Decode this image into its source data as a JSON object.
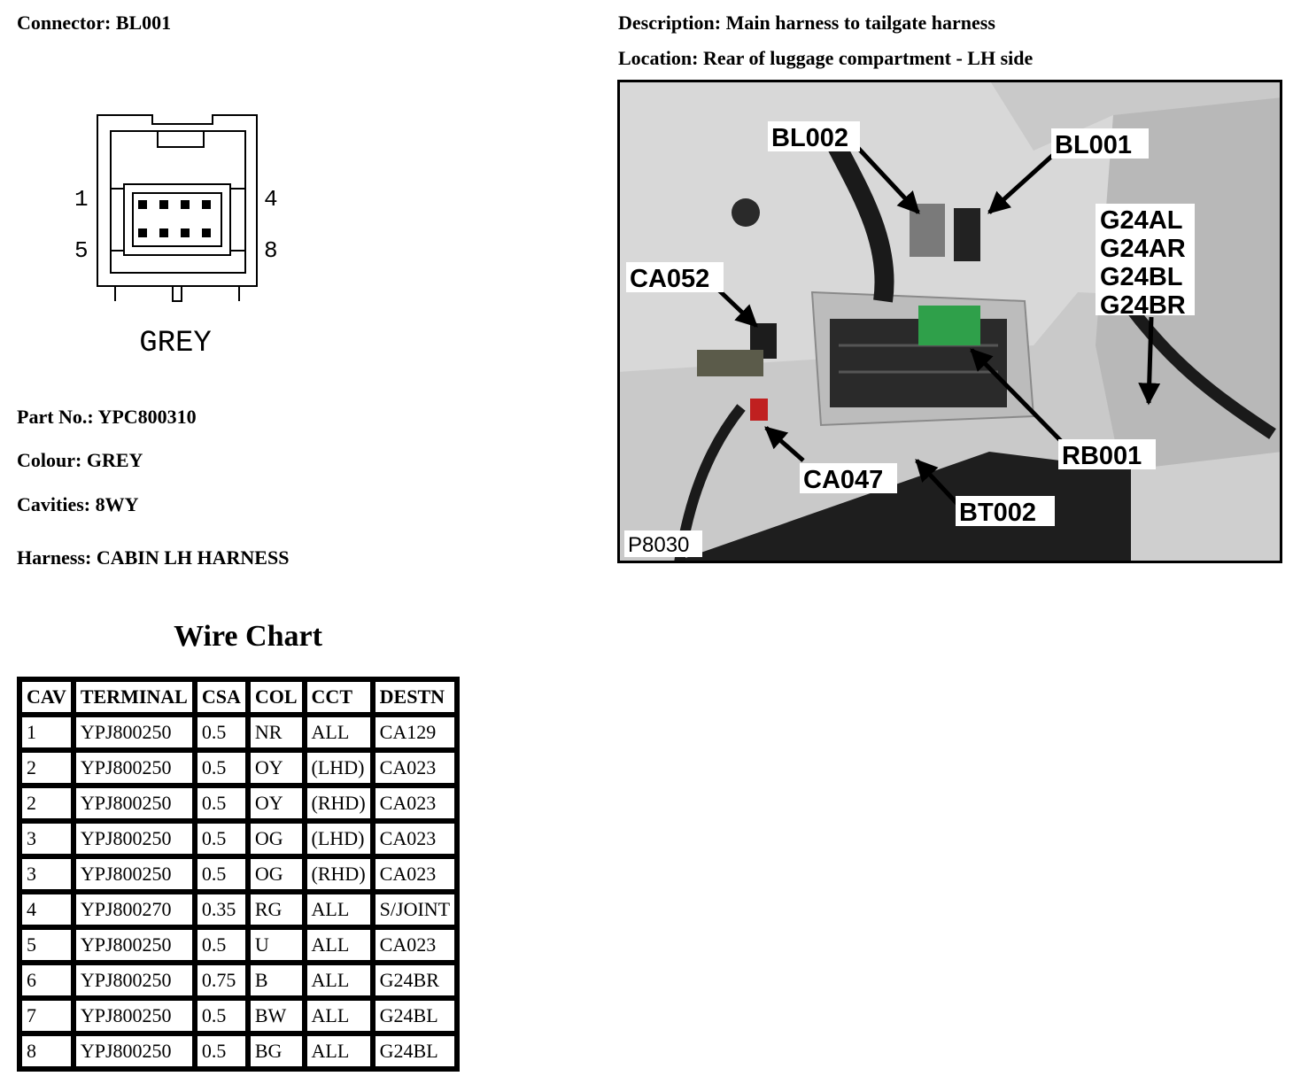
{
  "connector": {
    "label": "Connector:",
    "value": "BL001"
  },
  "description": {
    "label": "Description:",
    "value": "Main harness to tailgate harness"
  },
  "location": {
    "label": "Location:",
    "value": "Rear of luggage compartment - LH side"
  },
  "diagram": {
    "pin_labels": [
      "1",
      "4",
      "5",
      "8"
    ],
    "colour_label": "GREY"
  },
  "details": {
    "part_no": {
      "label": "Part No.:",
      "value": "YPC800310"
    },
    "colour": {
      "label": "Colour:",
      "value": "GREY"
    },
    "cavities": {
      "label": "Cavities:",
      "value": "8WY"
    },
    "harness": {
      "label": "Harness:",
      "value": "CABIN LH HARNESS"
    }
  },
  "wire_chart": {
    "title": "Wire Chart",
    "headers": [
      "CAV",
      "TERMINAL",
      "CSA",
      "COL",
      "CCT",
      "DESTN"
    ],
    "rows": [
      [
        "1",
        "YPJ800250",
        "0.5",
        "NR",
        "ALL",
        "CA129"
      ],
      [
        "2",
        "YPJ800250",
        "0.5",
        "OY",
        "(LHD)",
        "CA023"
      ],
      [
        "2",
        "YPJ800250",
        "0.5",
        "OY",
        "(RHD)",
        "CA023"
      ],
      [
        "3",
        "YPJ800250",
        "0.5",
        "OG",
        "(LHD)",
        "CA023"
      ],
      [
        "3",
        "YPJ800250",
        "0.5",
        "OG",
        "(RHD)",
        "CA023"
      ],
      [
        "4",
        "YPJ800270",
        "0.35",
        "RG",
        "ALL",
        "S/JOINT"
      ],
      [
        "5",
        "YPJ800250",
        "0.5",
        "U",
        "ALL",
        "CA023"
      ],
      [
        "6",
        "YPJ800250",
        "0.75",
        "B",
        "ALL",
        "G24BR"
      ],
      [
        "7",
        "YPJ800250",
        "0.5",
        "BW",
        "ALL",
        "G24BL"
      ],
      [
        "8",
        "YPJ800250",
        "0.5",
        "BG",
        "ALL",
        "G24BL"
      ]
    ]
  },
  "photo": {
    "callouts": {
      "bl002": "BL002",
      "bl001": "BL001",
      "g24_lines": [
        "G24AL",
        "G24AR",
        "G24BL",
        "G24BR"
      ],
      "ca052": "CA052",
      "rb001": "RB001",
      "ca047": "CA047",
      "bt002": "BT002"
    },
    "reference": "P8030"
  }
}
